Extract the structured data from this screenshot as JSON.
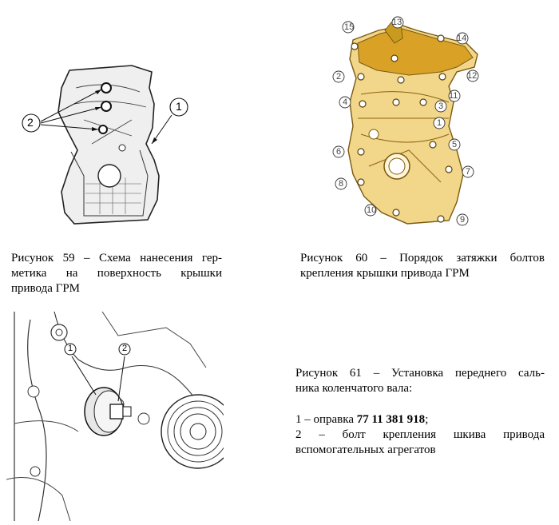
{
  "figure59": {
    "callouts": [
      "1",
      "2"
    ],
    "caption_lines": [
      "Рисунок 59 – Схема нанесения гер-",
      "метика на поверхность крышки",
      "привода ГРМ"
    ]
  },
  "figure60": {
    "callouts": [
      "1",
      "2",
      "3",
      "4",
      "5",
      "6",
      "7",
      "8",
      "9",
      "10",
      "11",
      "12",
      "13",
      "14",
      "15"
    ],
    "caption_lines": [
      "Рисунок 60 – Порядок затяжки болтов",
      "крепления крышки привода ГРМ"
    ]
  },
  "figure61": {
    "callouts": [
      "1",
      "2"
    ],
    "caption_lines": [
      "Рисунок 61 – Установка переднего саль-",
      "ника коленчатого вала:"
    ],
    "legend": {
      "item1_prefix": "1 – оправка ",
      "item1_code": "77 11 381 918",
      "item1_suffix": ";",
      "item2_line1": "2 – болт крепления шкива привода",
      "item2_line2": "вспомогательных агрегатов"
    }
  },
  "colors": {
    "cover_fill": "#f2d68a",
    "cover_dark": "#d9a227",
    "line": "#222222"
  }
}
